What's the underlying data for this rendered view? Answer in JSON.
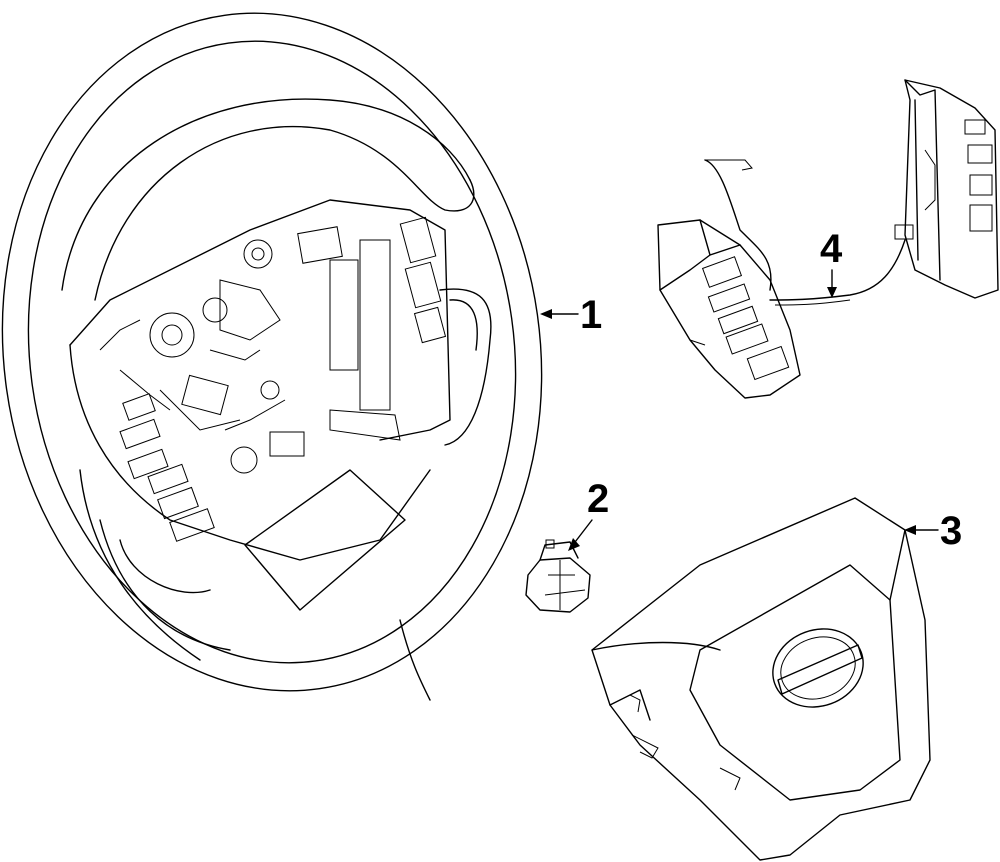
{
  "diagram": {
    "callouts": [
      {
        "id": "1",
        "label": "1"
      },
      {
        "id": "2",
        "label": "2"
      },
      {
        "id": "3",
        "label": "3"
      },
      {
        "id": "4",
        "label": "4"
      }
    ],
    "parts": [
      {
        "callout": "1",
        "name": "steering-wheel"
      },
      {
        "callout": "2",
        "name": "horn-contact-nut"
      },
      {
        "callout": "3",
        "name": "driver-airbag-module"
      },
      {
        "callout": "4",
        "name": "steering-wheel-switch-assembly"
      }
    ]
  }
}
